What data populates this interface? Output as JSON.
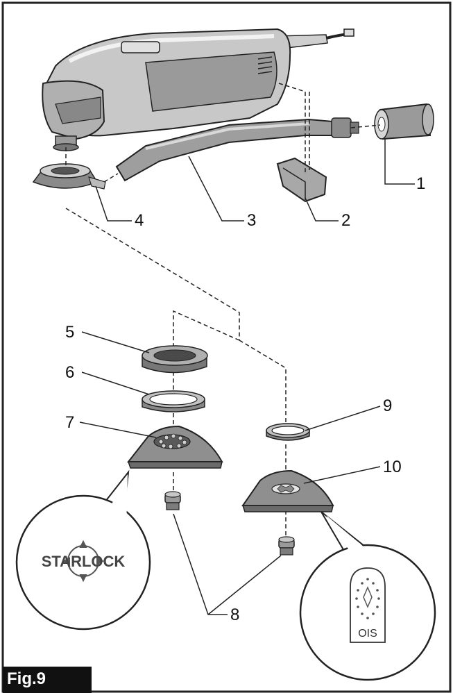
{
  "figure": {
    "label": "Fig.9"
  },
  "callouts": {
    "c1": "1",
    "c2": "2",
    "c3": "3",
    "c4": "4",
    "c5": "5",
    "c6": "6",
    "c7": "7",
    "c8": "8",
    "c9": "9",
    "c10": "10"
  },
  "logos": {
    "starlock": "STARLOCK",
    "ois": "OIS"
  },
  "colors": {
    "line": "#222222",
    "part_light": "#bdbdbd",
    "part_dark": "#6e6e6e",
    "background": "#ffffff"
  }
}
